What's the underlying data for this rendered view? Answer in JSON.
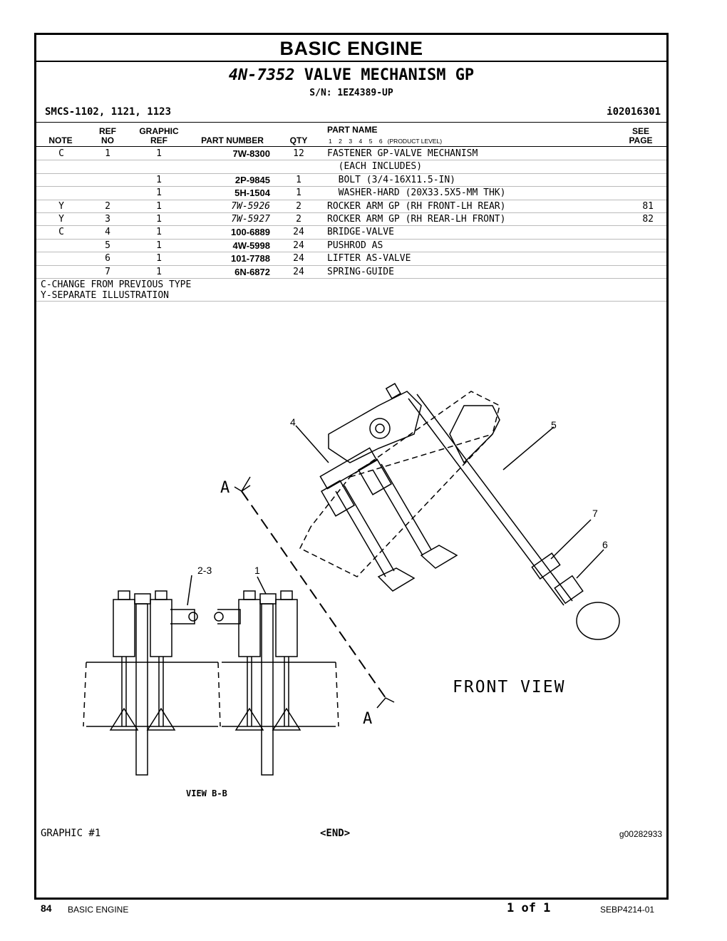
{
  "header": {
    "section_title": "BASIC ENGINE",
    "group_part_number": "4N-7352",
    "group_name": "VALVE MECHANISM GP",
    "serial": "S/N: 1EZ4389-UP",
    "smcs": "SMCS-1102, 1121, 1123",
    "illustration_id": "i02016301"
  },
  "columns": {
    "note": "NOTE",
    "ref_no_1": "REF",
    "ref_no_2": "NO",
    "graphic_ref_1": "GRAPHIC",
    "graphic_ref_2": "REF",
    "part_number": "PART NUMBER",
    "qty": "QTY",
    "part_name": "PART NAME",
    "product_levels": "1    2    3    4    5    6   (PRODUCT LEVEL)",
    "see_page_1": "SEE",
    "see_page_2": "PAGE"
  },
  "rows": [
    {
      "note": "C",
      "ref": "1",
      "gref": "1",
      "pn": "7W-8300",
      "qty": "12",
      "name": "FASTENER GP-VALVE MECHANISM",
      "see": ""
    },
    {
      "note": "",
      "ref": "",
      "gref": "",
      "pn": "",
      "qty": "",
      "name": "  (EACH INCLUDES)",
      "see": ""
    },
    {
      "note": "",
      "ref": "",
      "gref": "1",
      "pn": "2P-9845",
      "qty": "1",
      "name": "  BOLT (3/4-16X11.5-IN)",
      "see": ""
    },
    {
      "note": "",
      "ref": "",
      "gref": "1",
      "pn": "5H-1504",
      "qty": "1",
      "name": "  WASHER-HARD (20X33.5X5-MM THK)",
      "see": ""
    },
    {
      "note": "Y",
      "ref": "2",
      "gref": "1",
      "pn": "7W-5926",
      "qty": "2",
      "name": "ROCKER ARM GP (RH FRONT-LH REAR)",
      "see": "81"
    },
    {
      "note": "Y",
      "ref": "3",
      "gref": "1",
      "pn": "7W-5927",
      "qty": "2",
      "name": "ROCKER ARM GP (RH REAR-LH FRONT)",
      "see": "82"
    },
    {
      "note": "C",
      "ref": "4",
      "gref": "1",
      "pn": "100-6889",
      "qty": "24",
      "name": "BRIDGE-VALVE",
      "see": ""
    },
    {
      "note": "",
      "ref": "5",
      "gref": "1",
      "pn": "4W-5998",
      "qty": "24",
      "name": "PUSHROD AS",
      "see": ""
    },
    {
      "note": "",
      "ref": "6",
      "gref": "1",
      "pn": "101-7788",
      "qty": "24",
      "name": "LIFTER AS-VALVE",
      "see": ""
    },
    {
      "note": "",
      "ref": "7",
      "gref": "1",
      "pn": "6N-6872",
      "qty": "24",
      "name": "SPRING-GUIDE",
      "see": ""
    }
  ],
  "notes": [
    "C-CHANGE FROM PREVIOUS TYPE",
    "Y-SEPARATE ILLUSTRATION"
  ],
  "drawing": {
    "callouts": [
      "4",
      "5",
      "7",
      "6",
      "2-3",
      "1"
    ],
    "section_letter_top": "A",
    "section_letter_bottom": "A",
    "front_view_label": "FRONT VIEW",
    "view_label": "VIEW B-B"
  },
  "graphic_footer": {
    "graphic_label": "GRAPHIC #1",
    "end_label": "<END>",
    "graphic_id": "g00282933"
  },
  "page_footer": {
    "page_number": "84",
    "section": "BASIC ENGINE",
    "page_of": "1 of 1",
    "doc_number": "SEBP4214-01"
  }
}
